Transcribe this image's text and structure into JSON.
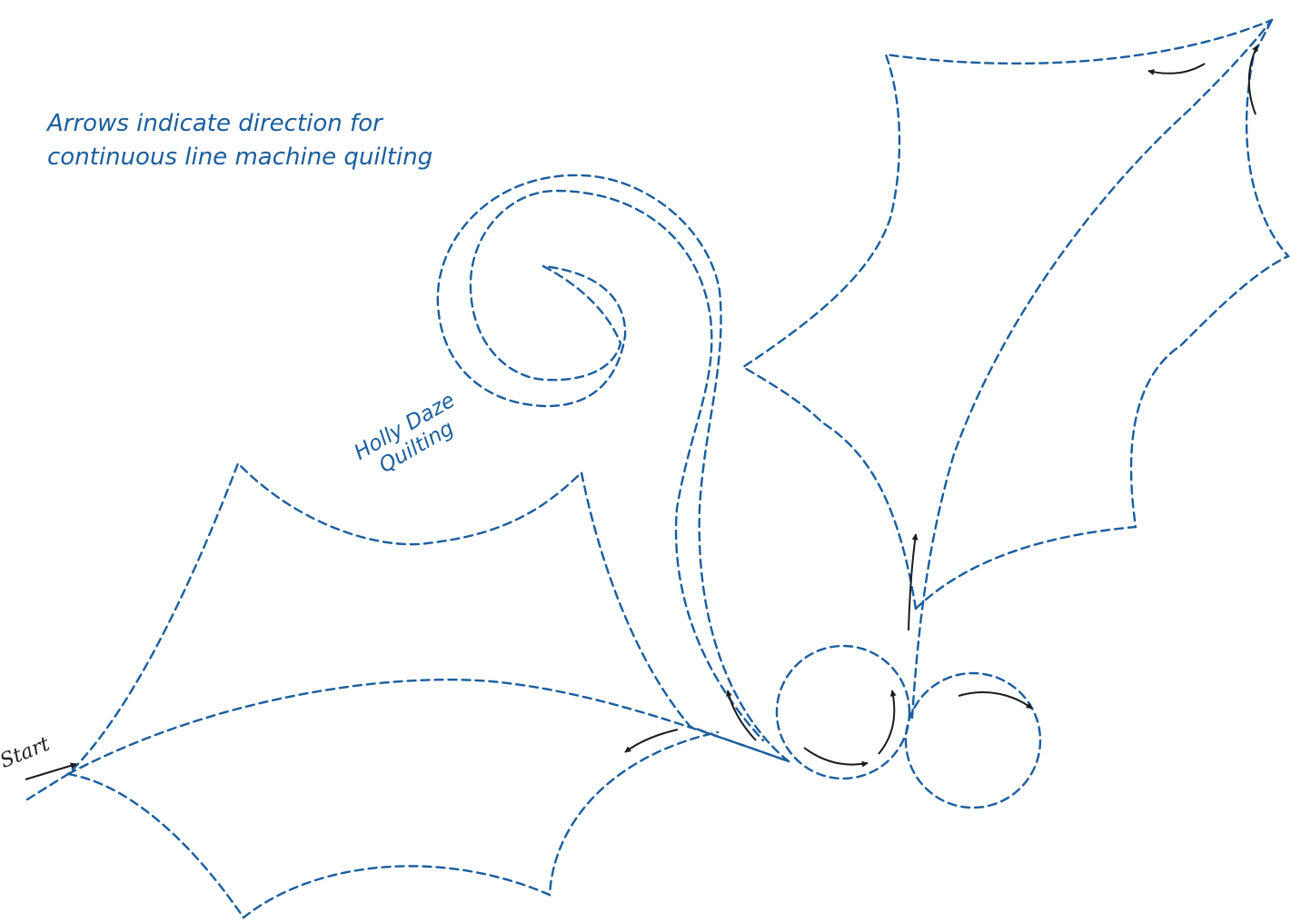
{
  "instruction": {
    "line1": "Arrows indicate direction for",
    "line2": "continuous line machine quilting"
  },
  "brand": {
    "line1": "Holly Daze",
    "line2": "Quilting"
  },
  "start_label": "Start",
  "colors": {
    "stitch": "#1a5d9e",
    "text": "#1a5d9e",
    "arrow": "#1b1b1b",
    "background": "#ffffff"
  },
  "icons": [
    "direction-arrow-icon"
  ]
}
